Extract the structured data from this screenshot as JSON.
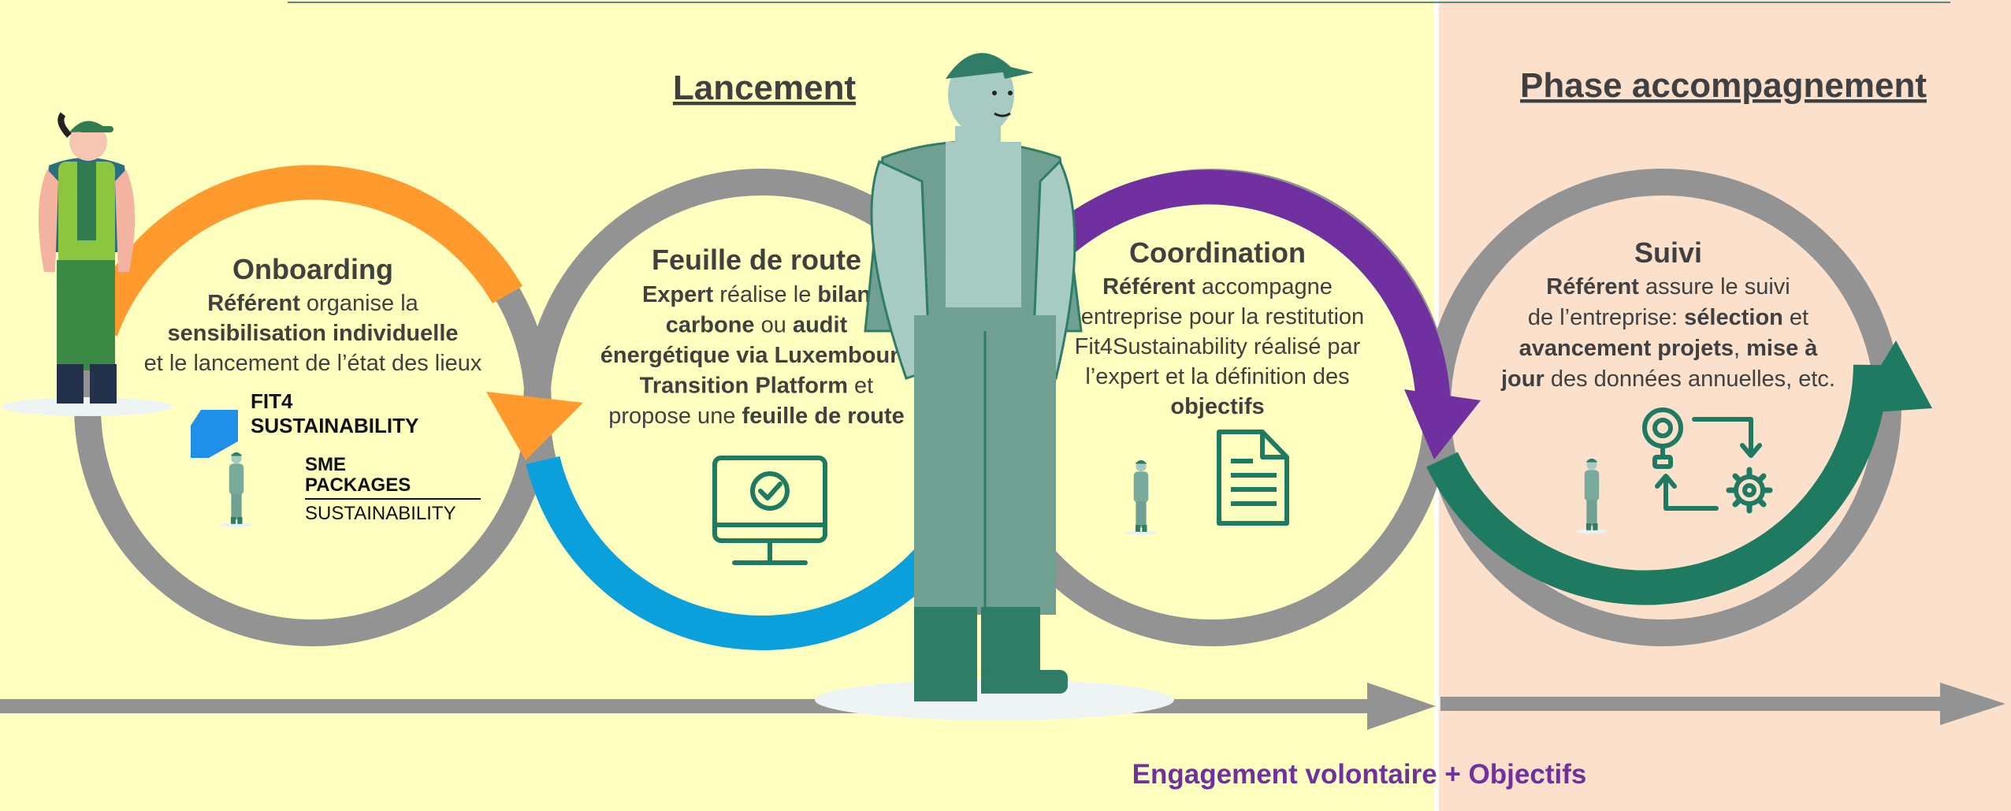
{
  "sections": {
    "launch_title": "Lancement",
    "support_title": "Phase accompagnement"
  },
  "steps": [
    {
      "title": "Onboarding",
      "lines": [
        [
          {
            "t": "Référent",
            "b": true
          },
          {
            "t": " organise la",
            "b": false
          }
        ],
        [
          {
            "t": "sensibilisation individuelle",
            "b": true
          }
        ],
        [
          {
            "t": "et le lancement de l’état des lieux",
            "b": false
          }
        ]
      ]
    },
    {
      "title": "Feuille de route",
      "lines": [
        [
          {
            "t": "Expert",
            "b": true
          },
          {
            "t": " réalise le ",
            "b": false
          },
          {
            "t": "bilan",
            "b": true
          }
        ],
        [
          {
            "t": "carbone",
            "b": true
          },
          {
            "t": " ou ",
            "b": false
          },
          {
            "t": "audit",
            "b": true
          }
        ],
        [
          {
            "t": "énergétique via Luxembourg",
            "b": true
          }
        ],
        [
          {
            "t": "Transition Platform",
            "b": true
          },
          {
            "t": " et",
            "b": false
          }
        ],
        [
          {
            "t": "propose une ",
            "b": false
          },
          {
            "t": "feuille de route",
            "b": true
          }
        ]
      ]
    },
    {
      "title": "Coordination",
      "lines": [
        [
          {
            "t": "Référent",
            "b": true
          },
          {
            "t": " accompagne",
            "b": false
          }
        ],
        [
          {
            "t": "l’entreprise pour la restitution",
            "b": false
          }
        ],
        [
          {
            "t": "Fit4Sustainability réalisé par",
            "b": false
          }
        ],
        [
          {
            "t": "l’expert et la définition des",
            "b": false
          }
        ],
        [
          {
            "t": "objectifs",
            "b": true
          }
        ]
      ]
    },
    {
      "title": "Suivi",
      "lines": [
        [
          {
            "t": "Référent",
            "b": true
          },
          {
            "t": " assure le suivi",
            "b": false
          }
        ],
        [
          {
            "t": "de l’entreprise: ",
            "b": false
          },
          {
            "t": "sélection",
            "b": true
          },
          {
            "t": " et",
            "b": false
          }
        ],
        [
          {
            "t": "avancement projets",
            "b": true
          },
          {
            "t": ", ",
            "b": false
          },
          {
            "t": "mise à",
            "b": true
          }
        ],
        [
          {
            "t": "jour",
            "b": true
          },
          {
            "t": " des données annuelles, etc.",
            "b": false
          }
        ]
      ]
    }
  ],
  "logos": {
    "fit4_line1": "FIT4",
    "fit4_line2": "SUSTAINABILITY",
    "sme_line1": "SME",
    "sme_line2": "PACKAGES",
    "sme_line3": "SUSTAINABILITY"
  },
  "footer": "Engagement volontaire + Objectifs",
  "icons": [
    "monitor-check-icon",
    "document-icon",
    "lightbulb-cycle-icon"
  ],
  "colors": {
    "background_launch": "#ffffbf",
    "background_support": "#fbe0cc",
    "ring_grey": "#939393",
    "arc_orange": "#ff9a2e",
    "arc_blue": "#0aa0dc",
    "arc_purple": "#7030a0",
    "arc_green": "#1e7b62",
    "icon_green": "#1e7b62",
    "footer_purple": "#7030a0",
    "title_grey": "#404040"
  }
}
